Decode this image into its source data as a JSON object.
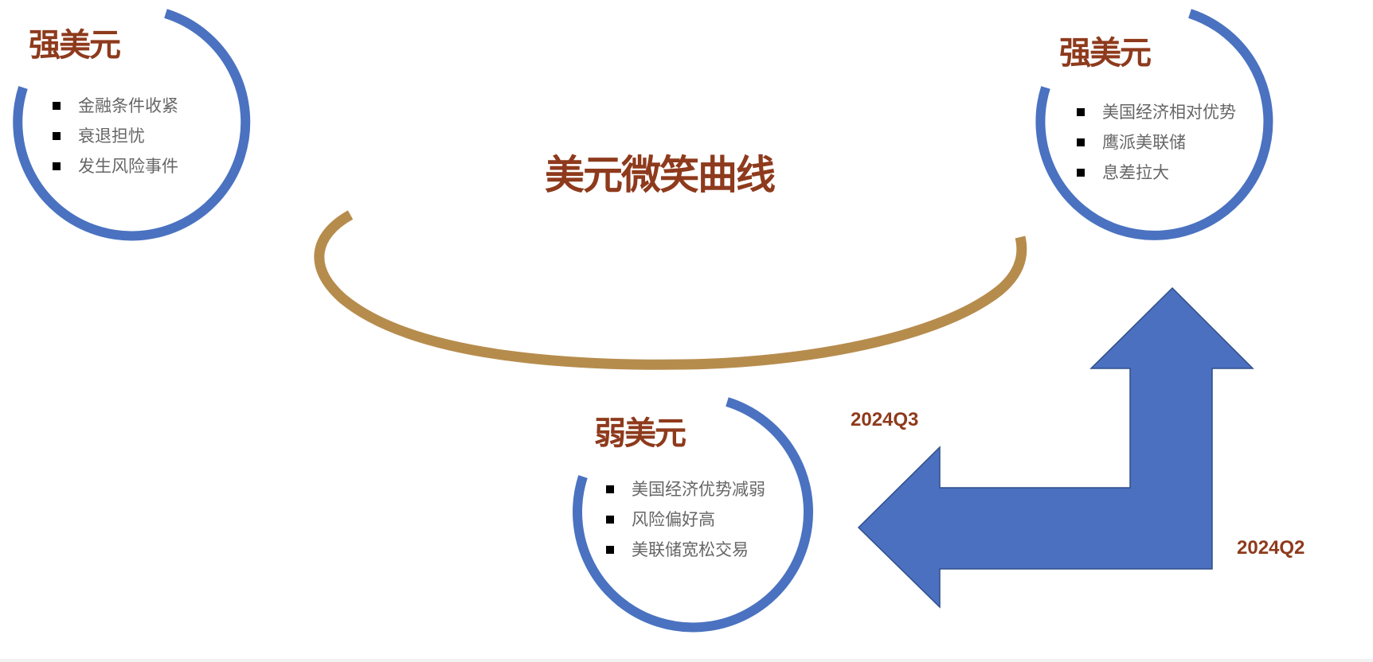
{
  "title": "美元微笑曲线",
  "colors": {
    "heading": "#8e3a1c",
    "ring": "#4a72c0",
    "arrow": "#4b70bf",
    "arrow_outline": "#2f4f8a",
    "smile_curve": "#b68c4d",
    "bullet_text": "#666666"
  },
  "states": {
    "left": {
      "label": "强美元",
      "items": [
        "金融条件收紧",
        "衰退担忧",
        "发生风险事件"
      ]
    },
    "right": {
      "label": "强美元",
      "items": [
        "美国经济相对优势",
        "鹰派美联储",
        "息差拉大"
      ]
    },
    "bottom": {
      "label": "弱美元",
      "items": [
        "美国经济优势减弱",
        "风险偏好高",
        "美联储宽松交易"
      ]
    }
  },
  "arrows": {
    "up_label": "2024Q2",
    "left_label": "2024Q3"
  }
}
